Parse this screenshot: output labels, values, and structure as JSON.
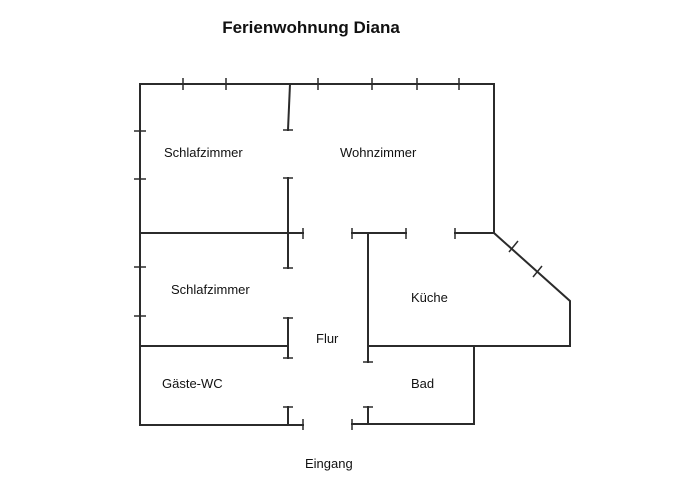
{
  "title": "Ferienwohnung Diana",
  "rooms": {
    "bedroom_top": "Schlafzimmer",
    "living_room": "Wohnzimmer",
    "bedroom_mid": "Schlafzimmer",
    "kitchen": "Küche",
    "hallway": "Flur",
    "guest_wc": "Gäste-WC",
    "bathroom": "Bad"
  },
  "entrance_label": "Eingang"
}
